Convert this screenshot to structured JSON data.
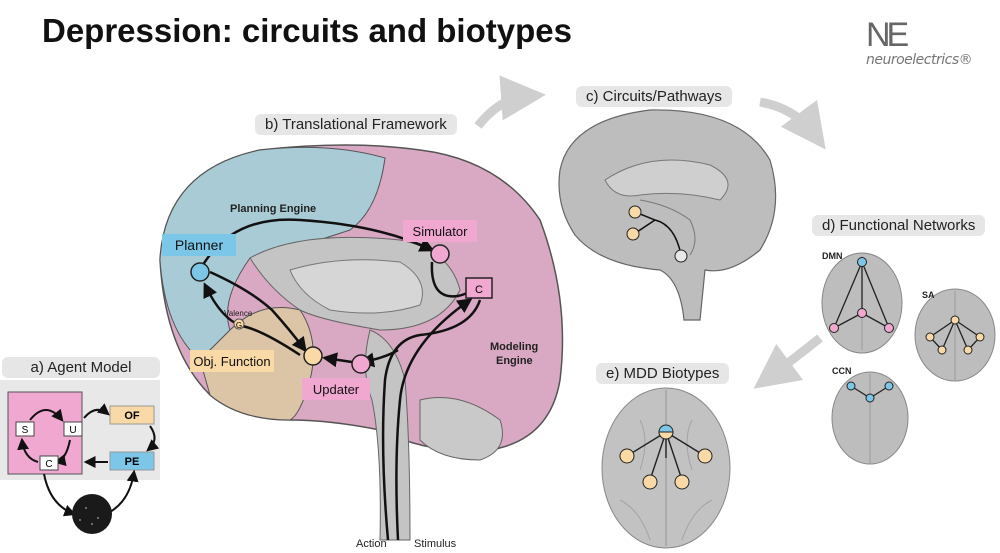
{
  "title": "Depression: circuits and biotypes",
  "logo": {
    "mark": "NE",
    "word": "neuroelectrics",
    "reg": "®"
  },
  "panels": {
    "a": "a) Agent Model",
    "b": "b) Translational Framework",
    "c": "c) Circuits/Pathways",
    "d": "d) Functional Networks",
    "e": "e) MDD Biotypes"
  },
  "agent_model": {
    "s": "S",
    "u": "U",
    "c": "C",
    "of": "OF",
    "pe": "PE"
  },
  "framework": {
    "planning_engine": "Planning Engine",
    "planner": "Planner",
    "simulator": "Simulator",
    "c_box": "C",
    "valence": "Valence",
    "g": "G",
    "obj_function": "Obj. Function",
    "updater": "Updater",
    "modeling_engine_1": "Modeling",
    "modeling_engine_2": "Engine",
    "action": "Action",
    "stimulus": "Stimulus"
  },
  "networks": {
    "dmn": "DMN",
    "sa": "SA",
    "ccn": "CCN"
  },
  "colors": {
    "blue": "#7cc7e8",
    "pink": "#f0a8d0",
    "orange": "#f9d9a6",
    "blue_region": "#a9cbd6",
    "pink_region": "#d9a8c2",
    "tan_region": "#dcc5a6",
    "gray_brain": "#bdbdbd",
    "pill_bg": "#e6e6e6"
  }
}
